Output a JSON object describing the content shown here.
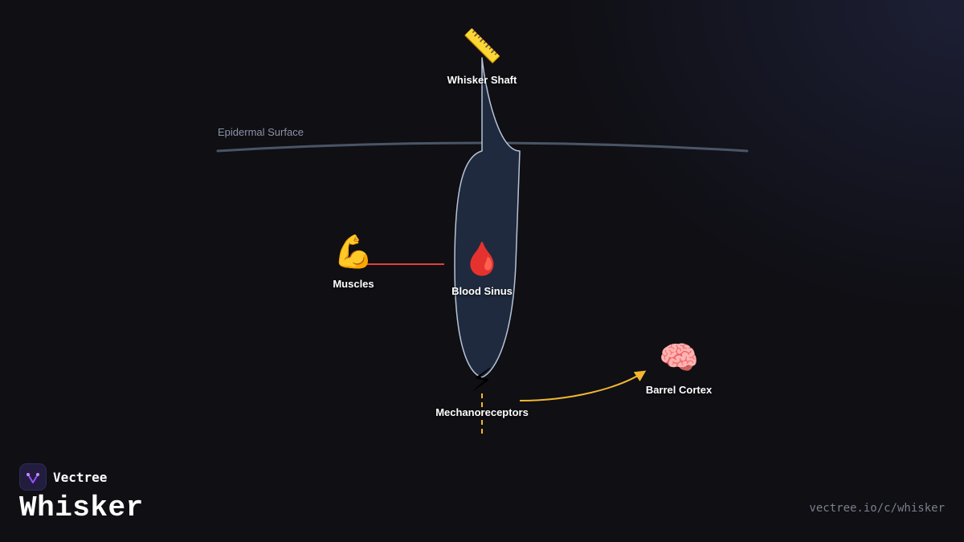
{
  "brand": {
    "name": "Vectree",
    "logo_icon": "vectree-logo-icon"
  },
  "page": {
    "title": "Whisker",
    "url": "vectree.io/c/whisker"
  },
  "diagram": {
    "surface_label": "Epidermal Surface",
    "nodes": {
      "whisker_shaft": {
        "label": "Whisker Shaft",
        "icon": "📏"
      },
      "muscles": {
        "label": "Muscles",
        "icon": "💪"
      },
      "blood_sinus": {
        "label": "Blood Sinus",
        "icon": "🩸"
      },
      "mechanoreceptors": {
        "label": "Mechanoreceptors",
        "icon": "⚡"
      },
      "barrel_cortex": {
        "label": "Barrel Cortex",
        "icon": "🧠"
      }
    },
    "connections": [
      {
        "from": "muscles",
        "to": "blood_sinus",
        "color": "#e0433c"
      },
      {
        "from": "mechanoreceptors",
        "to": "barrel_cortex",
        "color": "#f2b630"
      }
    ],
    "colors": {
      "background": "#0f0f14",
      "follicle_fill": "#1f2a3e",
      "follicle_stroke": "#b8c3d6",
      "surface_line": "#4a5566",
      "muscle_link": "#e0433c",
      "signal_link": "#f2b630",
      "logo_accent": "#9b4dff"
    }
  }
}
